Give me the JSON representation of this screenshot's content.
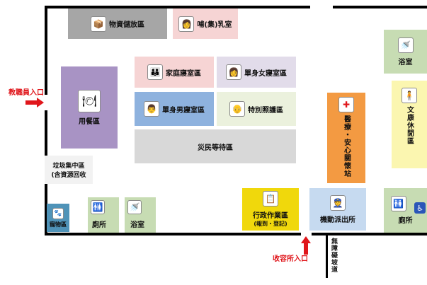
{
  "colors": {
    "storage": "#a6a6a6",
    "nursing": "#f6d4d4",
    "family": "#f6d4d4",
    "single_female": "#e2dcea",
    "single_male": "#8eb2de",
    "special_care": "#ebf1dd",
    "waiting": "#d8d8d8",
    "dining": "#a893c4",
    "garbage": "#f2f2f2",
    "pet": "#4f93b8",
    "toilet": "#c7dcb3",
    "bathroom": "#c7dcb3",
    "admin": "#f0d80c",
    "police": "#c6daf0",
    "medical": "#f39a42",
    "activity": "#fbf6b0",
    "entrance_text": "#e0161b"
  },
  "zones": {
    "storage": {
      "label": "物資儲放區",
      "icon": "box-icon"
    },
    "nursing": {
      "label": "哺(集)乳室",
      "icon": "mother-icon"
    },
    "family": {
      "label": "家庭寢室區",
      "icon": "family-icon"
    },
    "single_female": {
      "label": "單身女寢室區",
      "icon": "woman-icon"
    },
    "single_male": {
      "label": "單身男寢室區",
      "icon": "man-icon"
    },
    "special_care": {
      "label": "特別照護區",
      "icon": "elder-icon"
    },
    "waiting": {
      "label": "災民等待區"
    },
    "dining": {
      "label": "用餐區",
      "icon": "plate-icon"
    },
    "garbage": {
      "line1": "垃圾集中區",
      "line2": "(含資源回收"
    },
    "pet": {
      "label": "寵物區",
      "icon": "paw-icon"
    },
    "toilet_left": {
      "label": "廁所",
      "icon": "toilet-icon"
    },
    "bath_left": {
      "label": "浴室",
      "icon": "shower-icon"
    },
    "admin": {
      "label": "行政作業區",
      "sub": "(報到・登記)",
      "icon": "clipboard-icon"
    },
    "police": {
      "label": "機動派出所",
      "icon": "police-icon"
    },
    "medical": {
      "label": "醫療・安心關懷站",
      "icon": "first-aid-icon"
    },
    "activity": {
      "label": "文康休閒區",
      "icon": "person-icon"
    },
    "bath_right": {
      "label": "浴室",
      "icon": "shower-icon"
    },
    "toilet_right": {
      "label": "廁所",
      "icon": "toilet-icon"
    },
    "wheelchair": {
      "icon": "wheelchair-icon"
    }
  },
  "entrances": {
    "staff": "教職員入口",
    "shelter": "收容所入口",
    "side": "無障礙坡道"
  }
}
